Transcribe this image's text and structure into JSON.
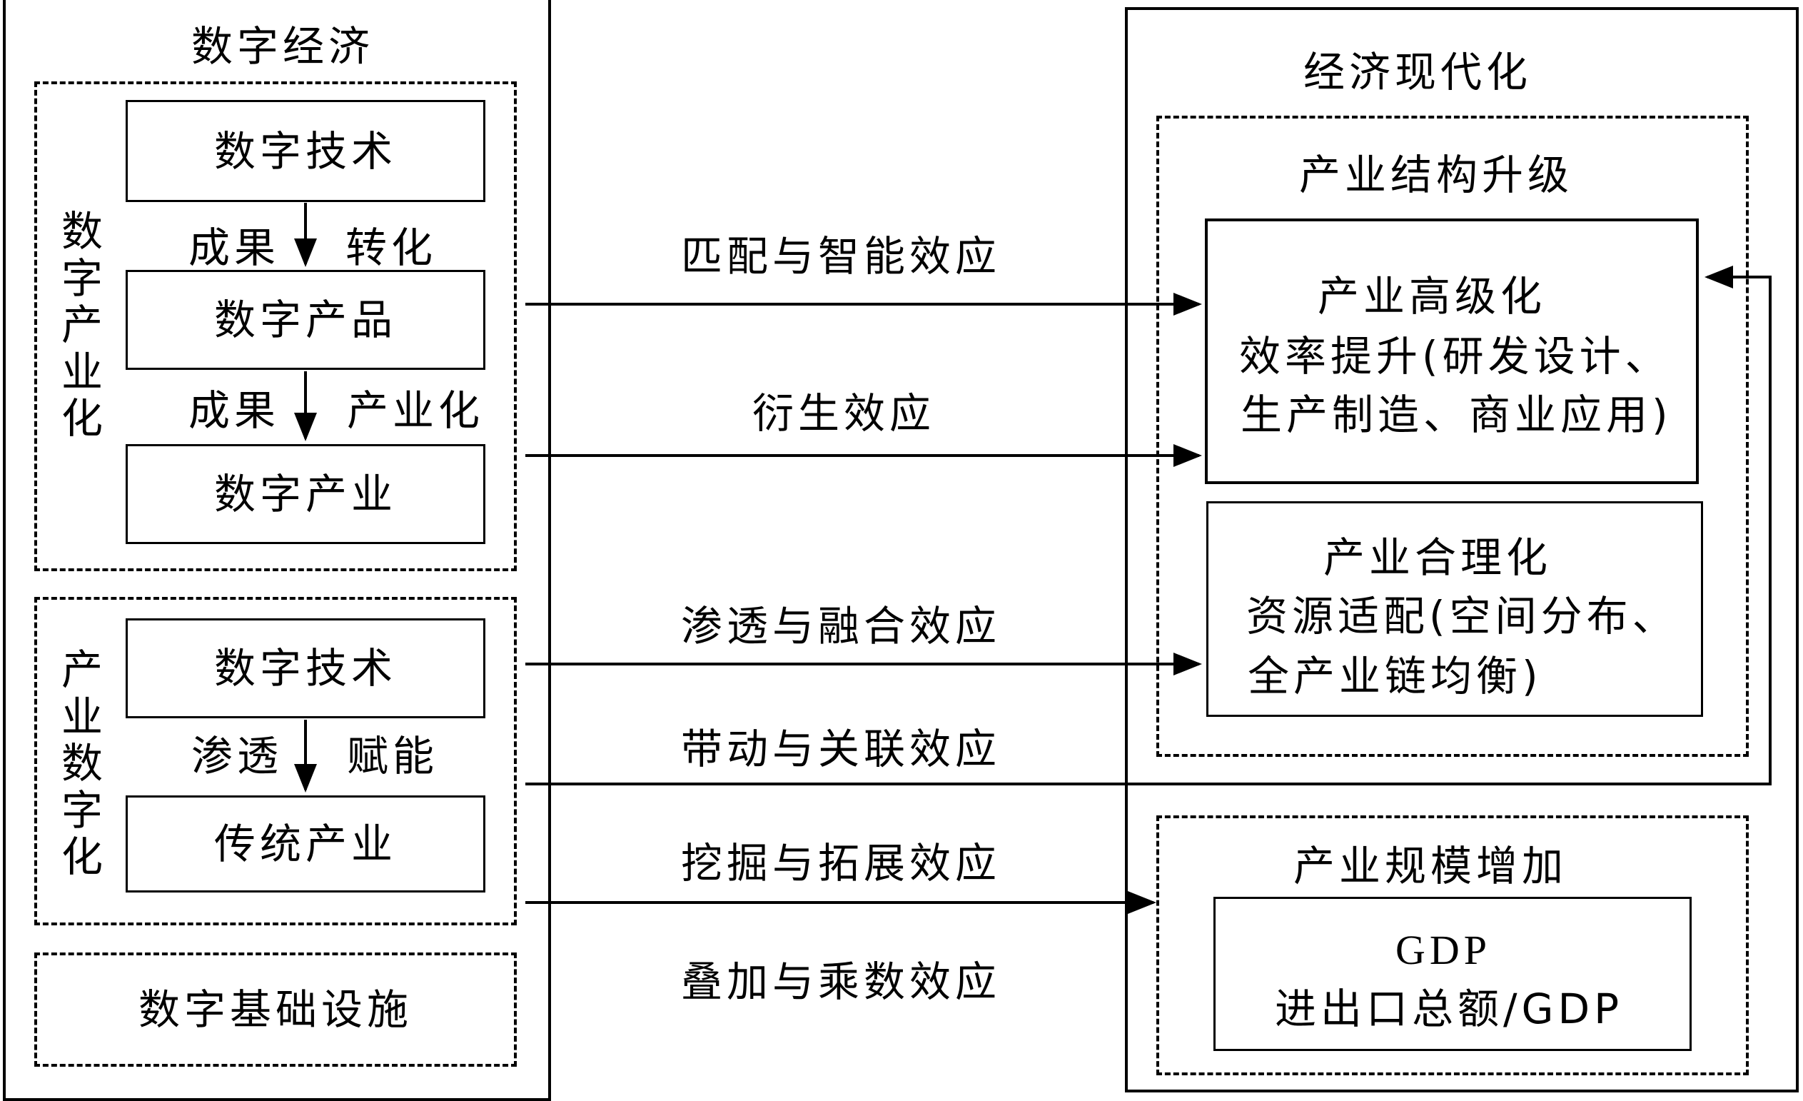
{
  "left_panel": {
    "title": "数字经济",
    "digital_industrialization": {
      "label": "数字产业化",
      "boxes": [
        "数字技术",
        "数字产品",
        "数字产业"
      ],
      "arrow1": {
        "left": "成果",
        "right": "转化"
      },
      "arrow2": {
        "left": "成果",
        "right": "产业化"
      }
    },
    "industrial_digitalization": {
      "label": "产业数字化",
      "boxes": [
        "数字技术",
        "传统产业"
      ],
      "arrow": {
        "left": "渗透",
        "right": "赋能"
      }
    },
    "infrastructure": "数字基础设施"
  },
  "effects": [
    "匹配与智能效应",
    "衍生效应",
    "渗透与融合效应",
    "带动与关联效应",
    "挖掘与拓展效应",
    "叠加与乘数效应"
  ],
  "right_panel": {
    "title": "经济现代化",
    "structure_upgrade": {
      "title": "产业结构升级",
      "advanced": {
        "title": "产业高级化",
        "line1": "效率提升(研发设计、",
        "line2": "生产制造、商业应用)"
      },
      "rational": {
        "title": "产业合理化",
        "line1": "资源适配(空间分布、",
        "line2": "全产业链均衡)"
      }
    },
    "scale_increase": {
      "title": "产业规模增加",
      "line1": "GDP",
      "line2": "进出口总额/GDP"
    }
  }
}
